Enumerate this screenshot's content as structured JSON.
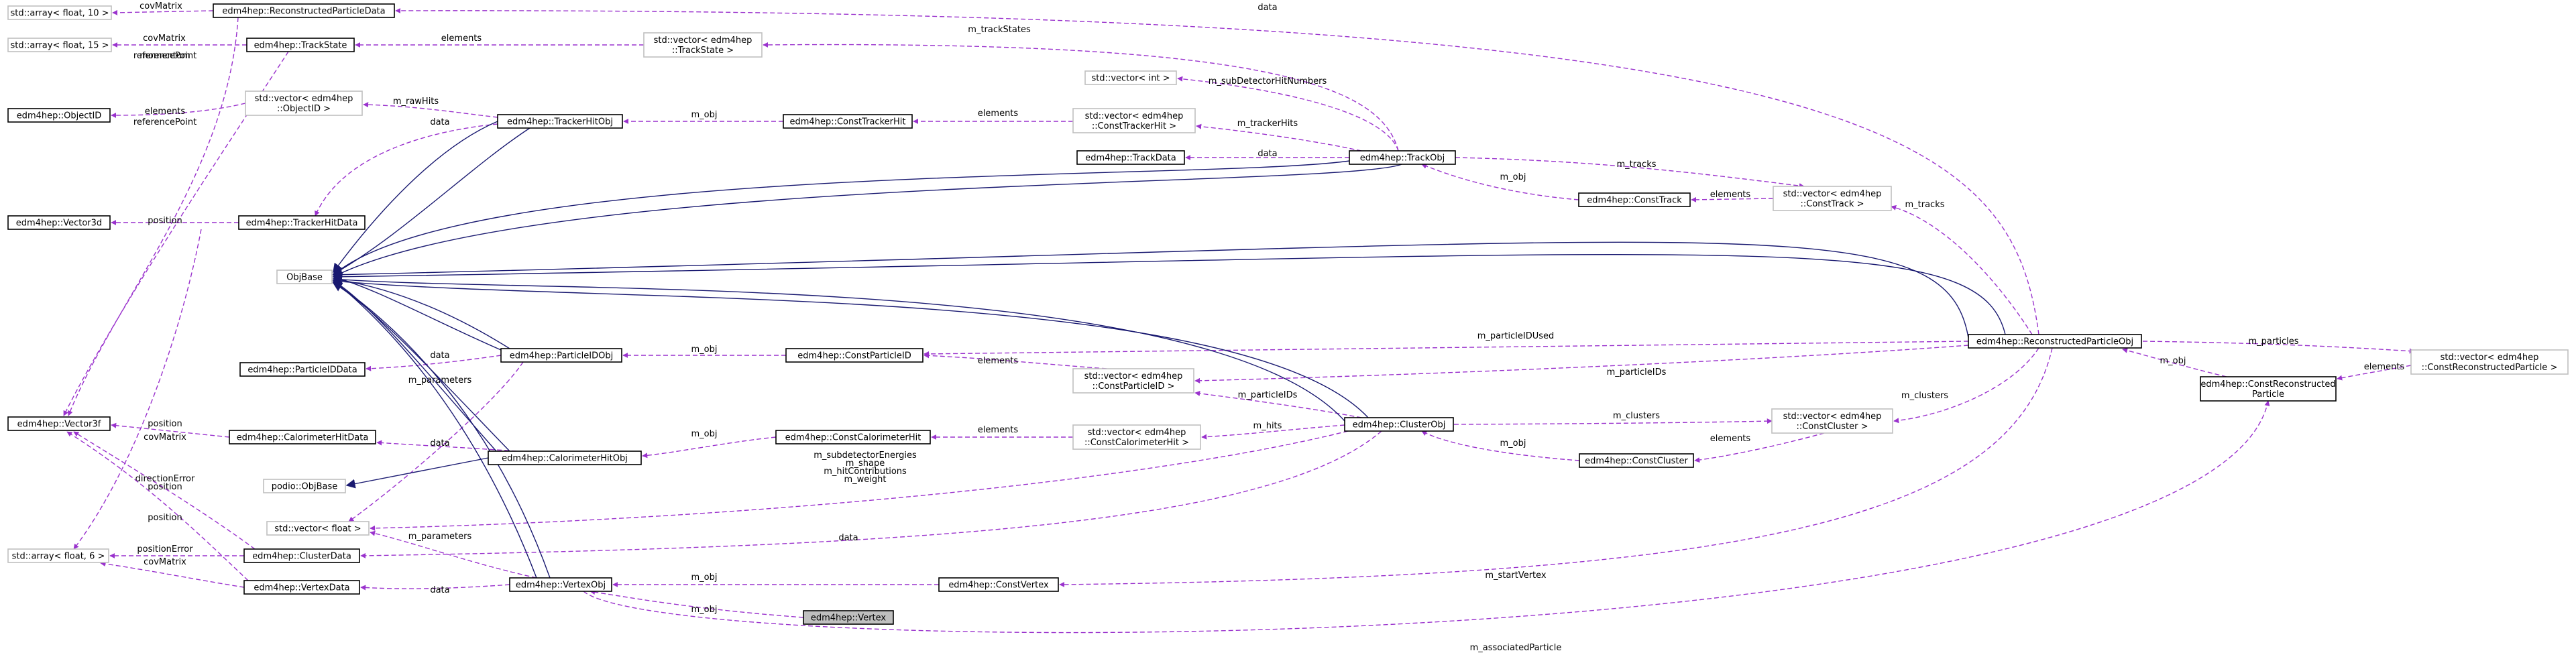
{
  "nodes": [
    {
      "id": "reco_data",
      "label": "edm4hep::ReconstructedParticleData",
      "style": "solid"
    },
    {
      "id": "arr10",
      "label": "std::array< float, 10 >",
      "style": "grey"
    },
    {
      "id": "arr15",
      "label": "std::array< float, 15 >",
      "style": "grey"
    },
    {
      "id": "trackstate",
      "label": "edm4hep::TrackState",
      "style": "solid"
    },
    {
      "id": "vec_trackstate",
      "label": "std::vector< edm4hep\n::TrackState >",
      "style": "grey"
    },
    {
      "id": "objectid",
      "label": "edm4hep::ObjectID",
      "style": "solid"
    },
    {
      "id": "vec_objectid",
      "label": "std::vector< edm4hep\n::ObjectID >",
      "style": "grey"
    },
    {
      "id": "vector3d",
      "label": "edm4hep::Vector3d",
      "style": "solid"
    },
    {
      "id": "trackerhitdata",
      "label": "edm4hep::TrackerHitData",
      "style": "solid"
    },
    {
      "id": "trackerhitobj",
      "label": "edm4hep::TrackerHitObj",
      "style": "solid"
    },
    {
      "id": "consttrackerhit",
      "label": "edm4hep::ConstTrackerHit",
      "style": "solid"
    },
    {
      "id": "vec_consttrackerhit",
      "label": "std::vector< edm4hep\n::ConstTrackerHit >",
      "style": "grey"
    },
    {
      "id": "vec_int",
      "label": "std::vector< int >",
      "style": "grey"
    },
    {
      "id": "trackdata",
      "label": "edm4hep::TrackData",
      "style": "solid"
    },
    {
      "id": "trackobj",
      "label": "edm4hep::TrackObj",
      "style": "solid"
    },
    {
      "id": "consttrack",
      "label": "edm4hep::ConstTrack",
      "style": "solid"
    },
    {
      "id": "vec_consttrack",
      "label": "std::vector< edm4hep\n::ConstTrack >",
      "style": "grey"
    },
    {
      "id": "objbase",
      "label": "ObjBase",
      "style": "grey"
    },
    {
      "id": "pid_data",
      "label": "edm4hep::ParticleIDData",
      "style": "solid"
    },
    {
      "id": "pid_obj",
      "label": "edm4hep::ParticleIDObj",
      "style": "solid"
    },
    {
      "id": "constpid",
      "label": "edm4hep::ConstParticleID",
      "style": "solid"
    },
    {
      "id": "vec_constpid",
      "label": "std::vector< edm4hep\n::ConstParticleID >",
      "style": "grey"
    },
    {
      "id": "recoobj",
      "label": "edm4hep::ReconstructedParticleObj",
      "style": "solid"
    },
    {
      "id": "vec_constreco",
      "label": "std::vector< edm4hep\n::ConstReconstructedParticle >",
      "style": "grey"
    },
    {
      "id": "constreco",
      "label": "edm4hep::ConstReconstructed\nParticle",
      "style": "solid"
    },
    {
      "id": "vector3f",
      "label": "edm4hep::Vector3f",
      "style": "solid"
    },
    {
      "id": "calohitdata",
      "label": "edm4hep::CalorimeterHitData",
      "style": "solid"
    },
    {
      "id": "calohitobj",
      "label": "edm4hep::CalorimeterHitObj",
      "style": "solid"
    },
    {
      "id": "constcalohit",
      "label": "edm4hep::ConstCalorimeterHit",
      "style": "solid"
    },
    {
      "id": "vec_constcalohit",
      "label": "std::vector< edm4hep\n::ConstCalorimeterHit >",
      "style": "grey"
    },
    {
      "id": "clusterobj",
      "label": "edm4hep::ClusterObj",
      "style": "solid"
    },
    {
      "id": "vec_constcluster",
      "label": "std::vector< edm4hep\n::ConstCluster >",
      "style": "grey"
    },
    {
      "id": "constcluster",
      "label": "edm4hep::ConstCluster",
      "style": "solid"
    },
    {
      "id": "podio_objbase",
      "label": "podio::ObjBase",
      "style": "grey"
    },
    {
      "id": "vec_float",
      "label": "std::vector< float >",
      "style": "grey"
    },
    {
      "id": "clusterdata",
      "label": "edm4hep::ClusterData",
      "style": "solid"
    },
    {
      "id": "arr6",
      "label": "std::array< float, 6 >",
      "style": "grey"
    },
    {
      "id": "vertexdata",
      "label": "edm4hep::VertexData",
      "style": "solid"
    },
    {
      "id": "vertexobj",
      "label": "edm4hep::VertexObj",
      "style": "solid"
    },
    {
      "id": "constvertex",
      "label": "edm4hep::ConstVertex",
      "style": "solid"
    },
    {
      "id": "vertex",
      "label": "edm4hep::Vertex",
      "style": "focus"
    }
  ],
  "edges": [
    {
      "id": "e_reco_data_covmatrix",
      "kind": "dep",
      "label": "covMatrix"
    },
    {
      "id": "e_trackstate_covmatrix",
      "kind": "dep",
      "label": "covMatrix"
    },
    {
      "id": "e_trackstate_momentum",
      "kind": "dep",
      "label": "momentum\nreferencePoint"
    },
    {
      "id": "e_reco_data_refpoint",
      "kind": "dep",
      "label": "referencePoint"
    },
    {
      "id": "e_vec_trackstate_elements",
      "kind": "dep",
      "label": "elements"
    },
    {
      "id": "e_trackobj_trackstates",
      "kind": "dep",
      "label": "m_trackStates"
    },
    {
      "id": "e_recoobj_data",
      "kind": "dep",
      "label": "data"
    },
    {
      "id": "e_vec_objectid_elements",
      "kind": "dep",
      "label": "elements"
    },
    {
      "id": "e_trackerhitobj_rawhits",
      "kind": "dep",
      "label": "m_rawHits"
    },
    {
      "id": "e_trackerhitobj_data",
      "kind": "dep",
      "label": "data"
    },
    {
      "id": "e_consttrackerhit_obj",
      "kind": "dep",
      "label": "m_obj"
    },
    {
      "id": "e_vec_consttrackerhit_elements",
      "kind": "dep",
      "label": "elements"
    },
    {
      "id": "e_trackobj_trackerhits",
      "kind": "dep",
      "label": "m_trackerHits"
    },
    {
      "id": "e_trackobj_subdet",
      "kind": "dep",
      "label": "m_subDetectorHitNumbers"
    },
    {
      "id": "e_trackobj_data",
      "kind": "dep",
      "label": "data"
    },
    {
      "id": "e_trackobj_tracks",
      "kind": "dep",
      "label": "m_tracks"
    },
    {
      "id": "e_consttrack_obj",
      "kind": "dep",
      "label": "m_obj"
    },
    {
      "id": "e_vec_consttrack_elements",
      "kind": "dep",
      "label": "elements"
    },
    {
      "id": "e_recoobj_tracks",
      "kind": "dep",
      "label": "m_tracks"
    },
    {
      "id": "e_trackerhitdata_position",
      "kind": "dep",
      "label": "position"
    },
    {
      "id": "e_trackerhitdata_covmatrix",
      "kind": "dep",
      "label": "covMatrix"
    },
    {
      "id": "e_pid_obj_data",
      "kind": "dep",
      "label": "data"
    },
    {
      "id": "e_pid_obj_parameters",
      "kind": "dep",
      "label": "m_parameters"
    },
    {
      "id": "e_constpid_obj",
      "kind": "dep",
      "label": "m_obj"
    },
    {
      "id": "e_vec_constpid_elements",
      "kind": "dep",
      "label": "elements"
    },
    {
      "id": "e_recoobj_pidused",
      "kind": "dep",
      "label": "m_particleIDUsed"
    },
    {
      "id": "e_recoobj_pids",
      "kind": "dep",
      "label": "m_particleIDs"
    },
    {
      "id": "e_clusterobj_pids",
      "kind": "dep",
      "label": "m_particleIDs"
    },
    {
      "id": "e_recoobj_particles",
      "kind": "dep",
      "label": "m_particles"
    },
    {
      "id": "e_vec_constreco_elements",
      "kind": "dep",
      "label": "elements"
    },
    {
      "id": "e_constreco_obj",
      "kind": "dep",
      "label": "m_obj"
    },
    {
      "id": "e_calohitdata_position",
      "kind": "dep",
      "label": "position"
    },
    {
      "id": "e_calohitobj_data",
      "kind": "dep",
      "label": "data"
    },
    {
      "id": "e_constcalohit_obj",
      "kind": "dep",
      "label": "m_obj"
    },
    {
      "id": "e_vec_constcalohit_elements",
      "kind": "dep",
      "label": "elements"
    },
    {
      "id": "e_clusterobj_hits",
      "kind": "dep",
      "label": "m_hits"
    },
    {
      "id": "e_clusterobj_clusters",
      "kind": "dep",
      "label": "m_clusters"
    },
    {
      "id": "e_recoobj_clusters",
      "kind": "dep",
      "label": "m_clusters"
    },
    {
      "id": "e_constcluster_obj",
      "kind": "dep",
      "label": "m_obj"
    },
    {
      "id": "e_vec_constcluster_elements",
      "kind": "dep",
      "label": "elements"
    },
    {
      "id": "e_clusterobj_floats",
      "kind": "dep",
      "label": "m_subdetectorEnergies\nm_shape\nm_hitContributions\nm_weight"
    },
    {
      "id": "e_clusterobj_data",
      "kind": "dep",
      "label": "data"
    },
    {
      "id": "e_clusterdata_direction",
      "kind": "dep",
      "label": "directionError\nposition"
    },
    {
      "id": "e_vertexdata_position",
      "kind": "dep",
      "label": "position"
    },
    {
      "id": "e_clusterdata_poserr",
      "kind": "dep",
      "label": "positionError"
    },
    {
      "id": "e_vertexdata_covmatrix",
      "kind": "dep",
      "label": "covMatrix"
    },
    {
      "id": "e_vertexobj_parameters",
      "kind": "dep",
      "label": "m_parameters"
    },
    {
      "id": "e_vertexobj_data",
      "kind": "dep",
      "label": "data"
    },
    {
      "id": "e_constvertex_obj",
      "kind": "dep",
      "label": "m_obj"
    },
    {
      "id": "e_recoobj_startvertex",
      "kind": "dep",
      "label": "m_startVertex"
    },
    {
      "id": "e_vertex_obj",
      "kind": "dep",
      "label": "m_obj"
    },
    {
      "id": "e_vertexobj_assoc",
      "kind": "dep",
      "label": "m_associatedParticle"
    },
    {
      "id": "e_podio_calohitobj",
      "kind": "inh",
      "label": ""
    },
    {
      "id": "i_trackerhitobj_1",
      "kind": "inh",
      "label": ""
    },
    {
      "id": "i_trackerhitobj_2",
      "kind": "inh",
      "label": ""
    },
    {
      "id": "i_trackobj_1",
      "kind": "inh",
      "label": ""
    },
    {
      "id": "i_trackobj_2",
      "kind": "inh",
      "label": ""
    },
    {
      "id": "i_recoobj_1",
      "kind": "inh",
      "label": ""
    },
    {
      "id": "i_recoobj_2",
      "kind": "inh",
      "label": ""
    },
    {
      "id": "i_pid_obj_1",
      "kind": "inh",
      "label": ""
    },
    {
      "id": "i_pid_obj_2",
      "kind": "inh",
      "label": ""
    },
    {
      "id": "i_clusterobj_1",
      "kind": "inh",
      "label": ""
    },
    {
      "id": "i_clusterobj_2",
      "kind": "inh",
      "label": ""
    },
    {
      "id": "i_calohitobj_1",
      "kind": "inh",
      "label": ""
    },
    {
      "id": "i_calohitobj_2",
      "kind": "inh",
      "label": ""
    },
    {
      "id": "i_vertexobj_1",
      "kind": "inh",
      "label": ""
    },
    {
      "id": "i_vertexobj_2",
      "kind": "inh",
      "label": ""
    }
  ]
}
